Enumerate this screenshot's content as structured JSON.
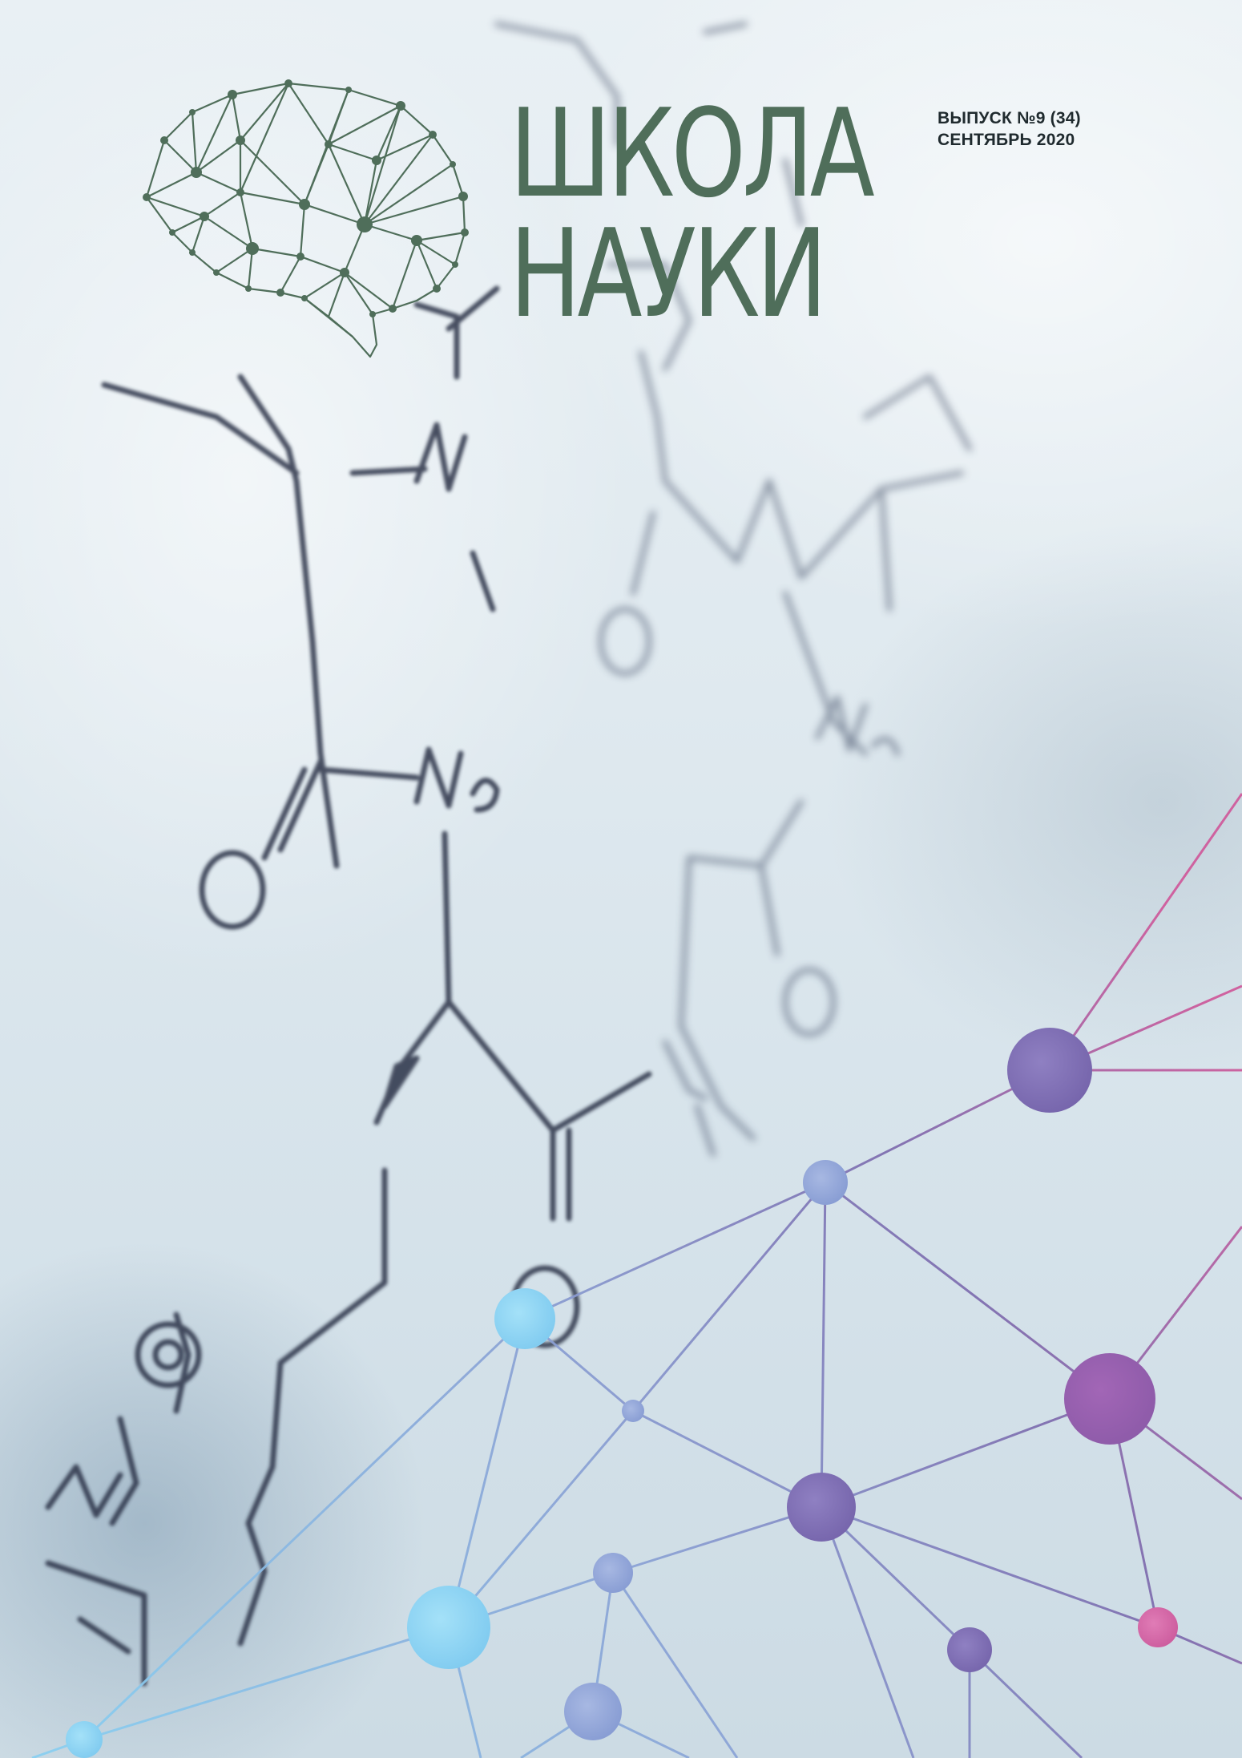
{
  "masthead": {
    "line1": "ШКОЛА",
    "line2": "НАУКИ"
  },
  "issue": {
    "number": "ВЫПУСК №9 (34)",
    "date": "СЕНТЯБРЬ 2020"
  },
  "colors": {
    "logo_green": "#4f6e5a",
    "network_cyan": "#8ad2f2",
    "network_blue": "#8ca4d6",
    "network_violet": "#7f6fb0",
    "network_magenta": "#cf5c9c",
    "handwriting_ink": "#2a3346"
  },
  "icons": {
    "logo": "brain-network-icon",
    "background": "chemical-structure-drawing",
    "decoration": "molecular-network-graphic"
  }
}
